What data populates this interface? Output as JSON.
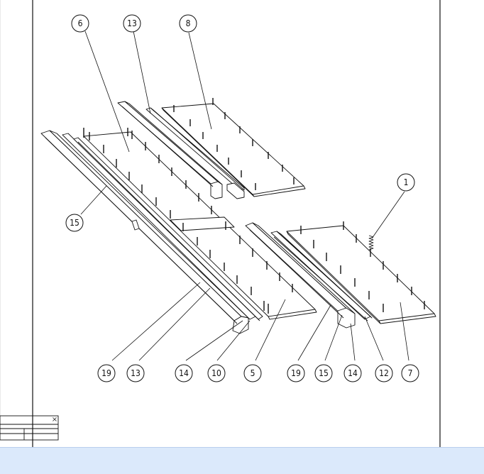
{
  "title": "",
  "balloons": [
    {
      "label": "6"
    },
    {
      "label": "13"
    },
    {
      "label": "8"
    },
    {
      "label": "1"
    },
    {
      "label": "15"
    },
    {
      "label": "19"
    },
    {
      "label": "13"
    },
    {
      "label": "14"
    },
    {
      "label": "10"
    },
    {
      "label": "5"
    },
    {
      "label": "19"
    },
    {
      "label": "15"
    },
    {
      "label": "14"
    },
    {
      "label": "12"
    },
    {
      "label": "7"
    }
  ],
  "mini_panel": {
    "close_glyph": "×"
  },
  "colors": {
    "line": "#111111",
    "status_bar": "#dbe9fb",
    "paper": "#ffffff"
  }
}
